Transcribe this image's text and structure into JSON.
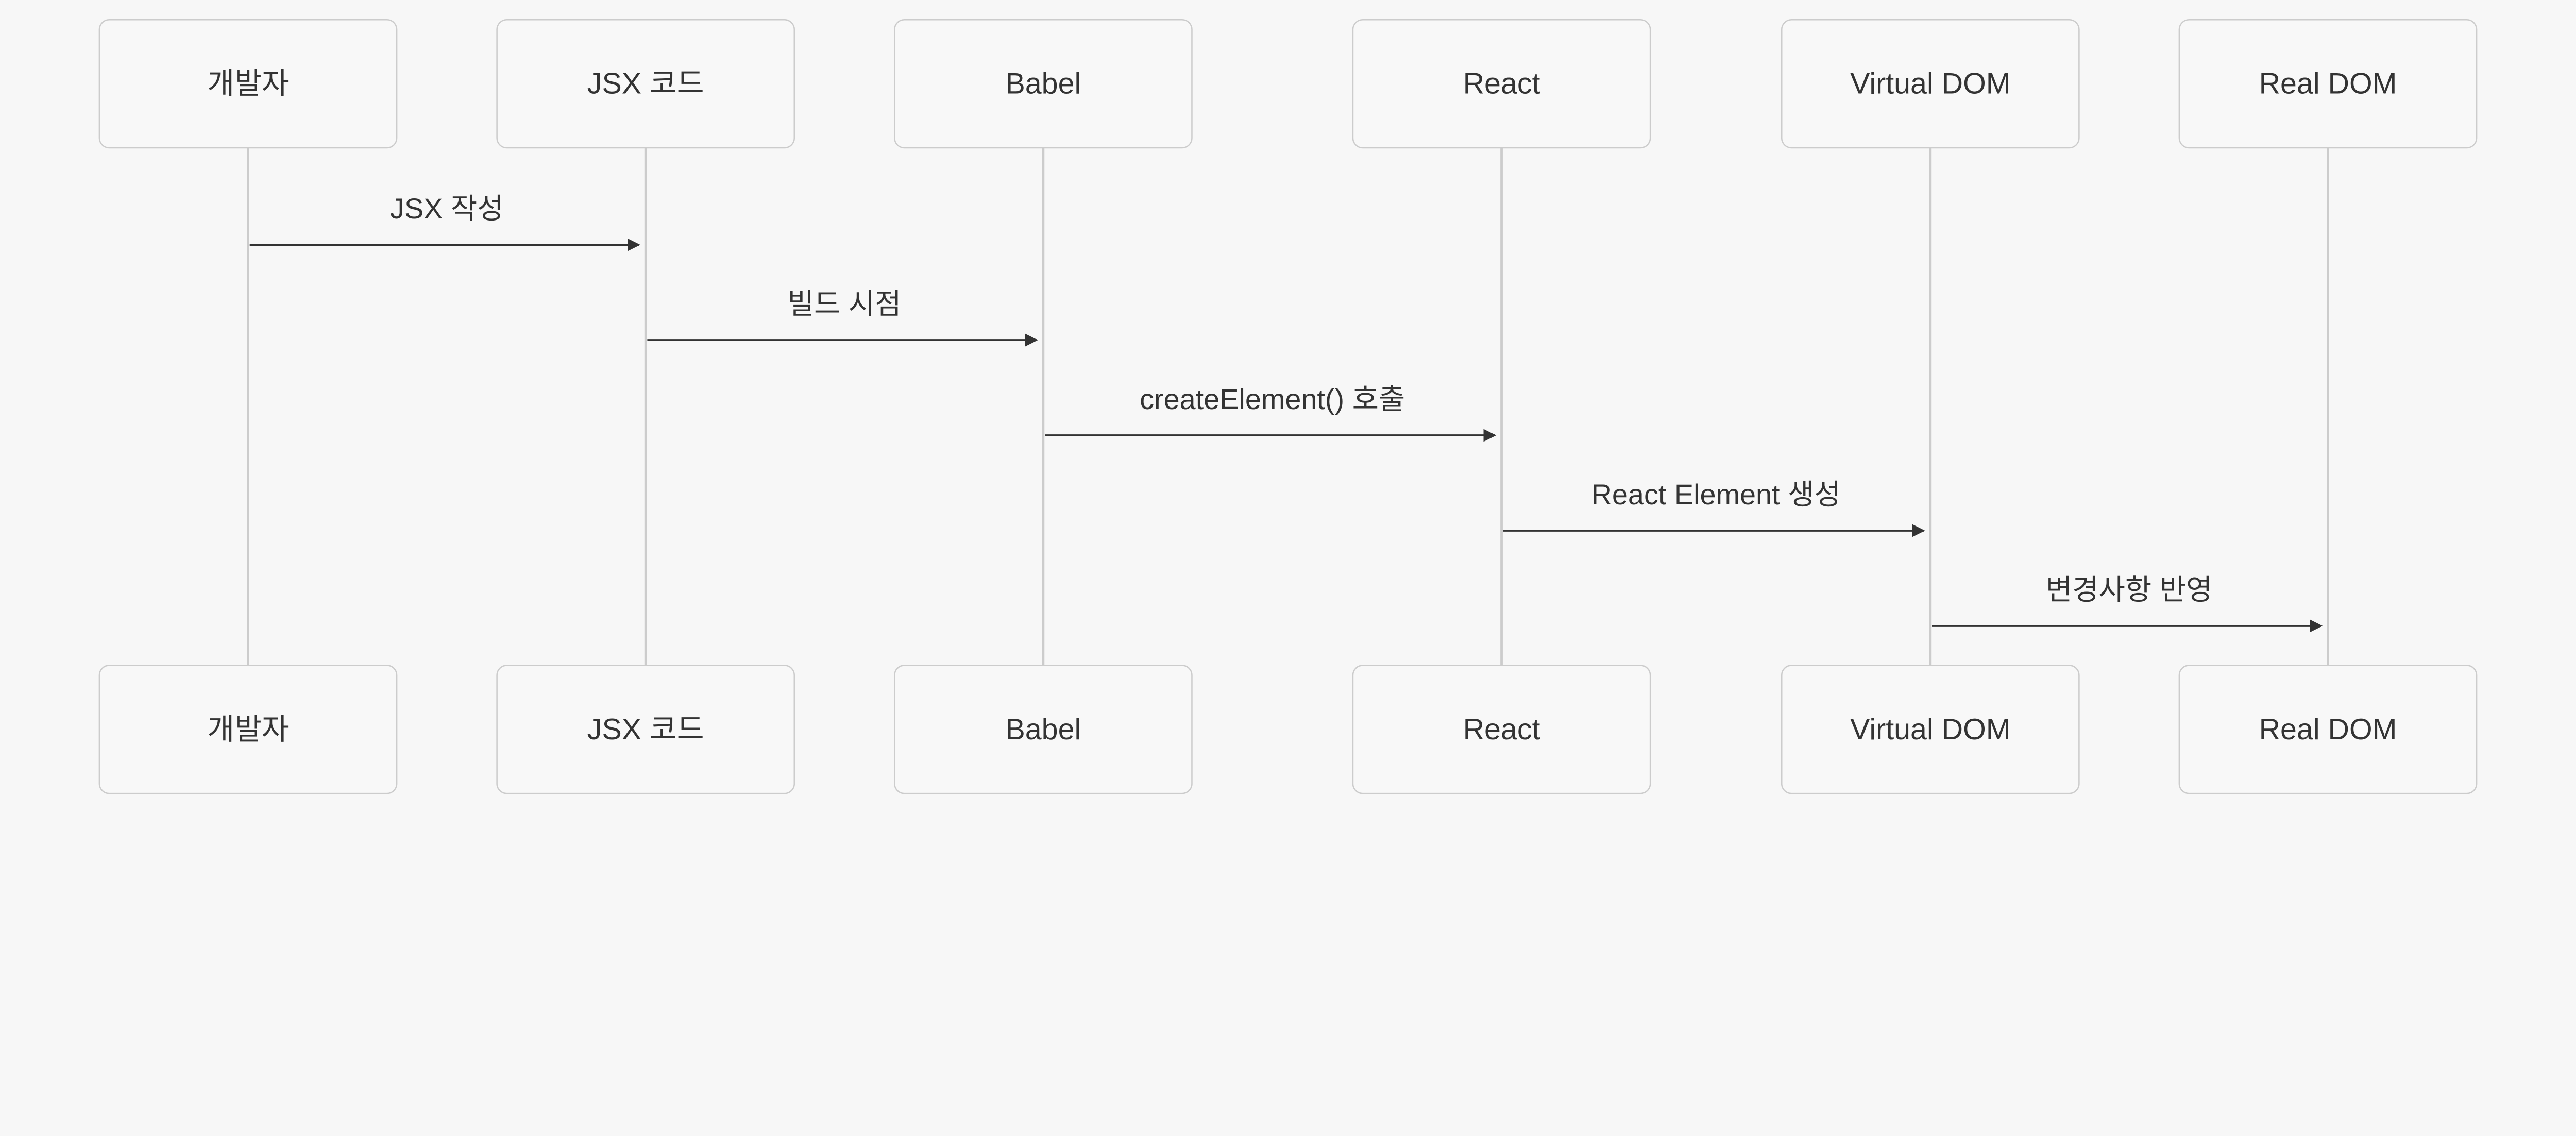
{
  "participants": [
    {
      "label": "개발자"
    },
    {
      "label": "JSX 코드"
    },
    {
      "label": "Babel"
    },
    {
      "label": "React"
    },
    {
      "label": "Virtual DOM"
    },
    {
      "label": "Real DOM"
    }
  ],
  "messages": [
    {
      "from": 0,
      "to": 1,
      "label": "JSX 작성"
    },
    {
      "from": 1,
      "to": 2,
      "label": "빌드 시점"
    },
    {
      "from": 2,
      "to": 3,
      "label": "createElement() 호출"
    },
    {
      "from": 3,
      "to": 4,
      "label": "React Element 생성"
    },
    {
      "from": 4,
      "to": 5,
      "label": "변경사항 반영"
    }
  ],
  "colors": {
    "background": "#f7f7f7",
    "box_fill": "#f8f8f8",
    "box_stroke": "#cccccc",
    "lifeline": "#cccccc",
    "arrow": "#333333",
    "text": "#333333"
  }
}
